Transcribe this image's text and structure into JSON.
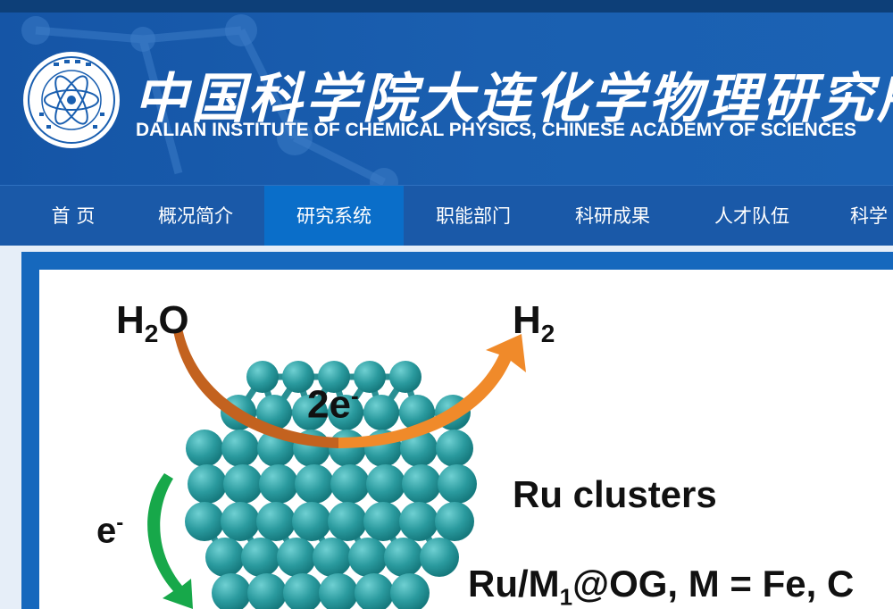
{
  "header": {
    "logo_cn": "中国科学院大连化学物理研究所",
    "logo_en": "DALIAN INSTITUTE OF CHEMICAL PHYSICS, CHINESE ACADEMY OF SCIENCES"
  },
  "nav": {
    "items": [
      {
        "label": "首 页"
      },
      {
        "label": "概况简介"
      },
      {
        "label": "研究系统"
      },
      {
        "label": "职能部门"
      },
      {
        "label": "科研成果"
      },
      {
        "label": "人才队伍"
      },
      {
        "label": "科学"
      }
    ],
    "active_index": 2
  },
  "figure": {
    "h2o_main": "H",
    "h2o_sub": "2",
    "h2o_o": "O",
    "h2_main": "H",
    "h2_sub": "2",
    "twoe_main": "2e",
    "twoe_sup": "-",
    "e_main": "e",
    "e_sup": "-",
    "ru_clusters": "Ru clusters",
    "formula_a": "Ru/M",
    "formula_sub": "1",
    "formula_b": "@OG, M = Fe, C"
  },
  "colors": {
    "banner": "#1a5fb0",
    "nav": "#1a59a8",
    "nav_active": "#0a6ec9",
    "arrow_orange": "#f08a2a",
    "arrow_brown": "#c3621f",
    "arrow_green": "#17a84a",
    "atom": "#2a9a9e"
  }
}
